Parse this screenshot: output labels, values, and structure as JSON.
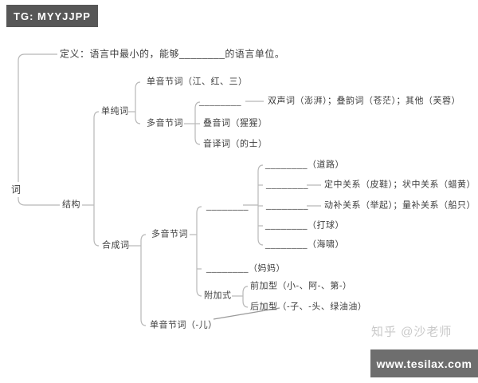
{
  "header": {
    "tag": "TG: MYYJJPP"
  },
  "watermark": {
    "zhihu": "知乎 @沙老师",
    "site": "www.tesilax.com"
  },
  "colors": {
    "tag_bg": "#575757",
    "site_bg": "#6e6e6e",
    "line": "#b8b8b8",
    "annotation_line": "#9a9a9a",
    "text": "#3d3d3d",
    "watermark_text": "#c9c9c9"
  },
  "tree": {
    "root": "词",
    "definition": "定义：语言中最小的，能够________的语言单位。",
    "structure_label": "结构",
    "simple": {
      "label": "单纯词",
      "monosyllable": "单音节词（江、红、三）",
      "polysyllable": {
        "label": "多音节词",
        "blank": "________",
        "lianmian_note": "双声词（澎湃）；叠韵词（苍茫）；其他（芙蓉）",
        "reduplicated": "叠音词（猩猩）",
        "transliterated": "音译词（的士）"
      }
    },
    "compound": {
      "label": "合成词",
      "polysyllable": {
        "label": "多音节词",
        "blank": "________",
        "rows": [
          {
            "blank": "________（道路）"
          },
          {
            "blank": "________",
            "note": "定中关系（皮鞋）；状中关系（蜡黄）"
          },
          {
            "blank": "________",
            "note": "动补关系（举起）；量补关系（船只）"
          },
          {
            "blank": "________（打球）"
          },
          {
            "blank": "________（海啸）"
          }
        ],
        "mama": "________（妈妈）",
        "affix": {
          "label": "附加式",
          "prefix": "前加型（小-、阿-、第-）",
          "suffix": "后加型（-子、-头、绿油油）"
        }
      },
      "monosyllable": "单音节词（-儿）"
    }
  }
}
